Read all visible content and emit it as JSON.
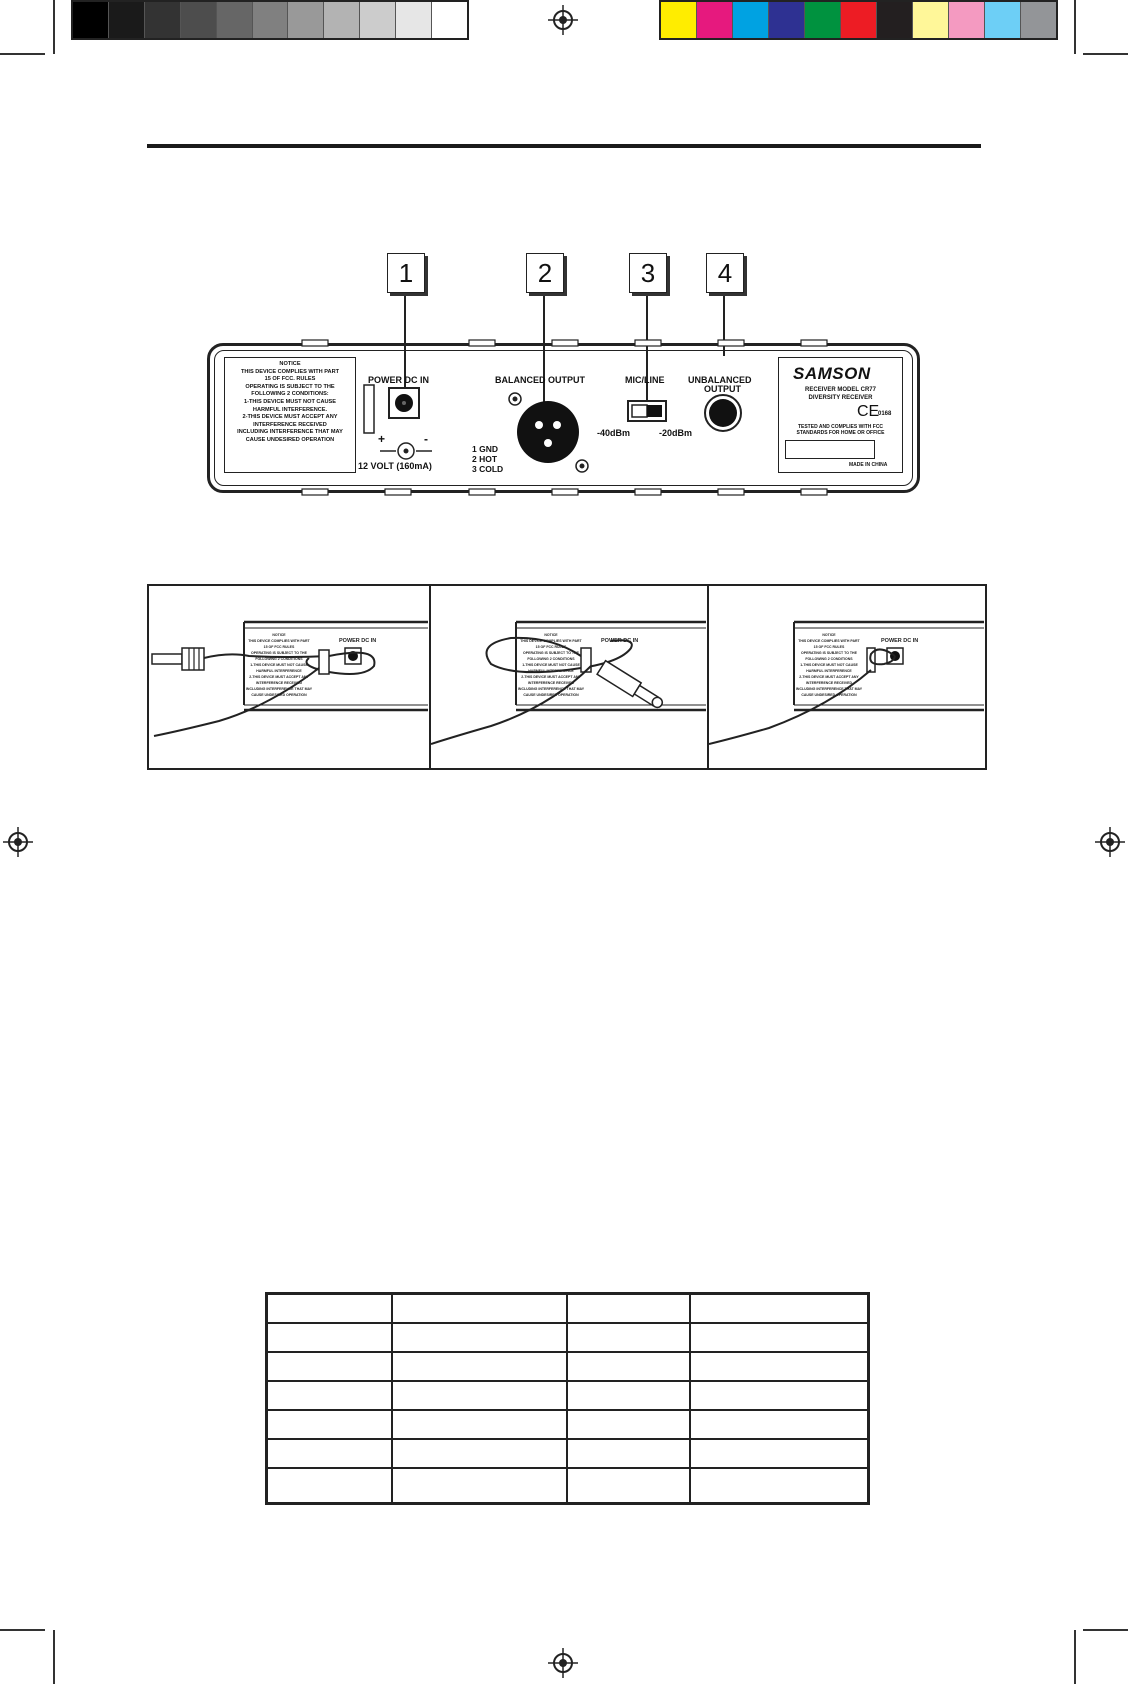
{
  "callouts": [
    "1",
    "2",
    "3",
    "4"
  ],
  "rear_panel": {
    "notice_lines": [
      "NOTICE",
      "THIS DEVICE COMPLIES WITH PART",
      "15 OF FCC. RULES",
      "OPERATING IS SUBJECT TO THE",
      "FOLLOWING 2 CONDITIONS:",
      "1-THIS DEVICE MUST NOT CAUSE",
      "HARMFUL INTERFERENCE.",
      "2-THIS DEVICE MUST ACCEPT ANY",
      "INTERFERENCE RECEIVED",
      "INCLUDING INTERFERENCE THAT MAY",
      "CAUSE UNDESIRED OPERATION"
    ],
    "power_label": "POWER DC IN",
    "plus": "+",
    "minus": "-",
    "voltage_label": "12 VOLT (160mA)",
    "balanced_label": "BALANCED OUTPUT",
    "pin1": "1 GND",
    "pin2": "2 HOT",
    "pin3": "3 COLD",
    "micline_label": "MIC/LINE",
    "db_low": "-40dBm",
    "db_high": "-20dBm",
    "unbalanced_label_1": "UNBALANCED",
    "unbalanced_label_2": "OUTPUT",
    "brand": "SAMSON",
    "model_line": "RECEIVER MODEL CR77",
    "diversity_line": "DIVERSITY RECEIVER",
    "ce_mark": "CE",
    "ce_number": "0168",
    "tested_line_1": "TESTED AND COMPLIES WITH FCC",
    "tested_line_2": "STANDARDS FOR HOME OR OFFICE",
    "made_in": "MADE IN CHINA"
  },
  "install_frames": [
    {
      "power_label": "POWER DC IN"
    },
    {
      "power_label": "POWER DC IN"
    },
    {
      "power_label": "POWER DC IN"
    }
  ],
  "table": {
    "rows": 7,
    "cols": 4
  },
  "colors": {
    "grays": [
      "#000000",
      "#1a1a1a",
      "#333333",
      "#4d4d4d",
      "#666666",
      "#808080",
      "#999999",
      "#b3b3b3",
      "#cccccc",
      "#e6e6e6",
      "#ffffff"
    ],
    "process": [
      "#ffed00",
      "#e6197e",
      "#00a2e2",
      "#2e3192",
      "#00923f",
      "#ed1c24",
      "#231f20",
      "#fff799",
      "#f49ac1",
      "#6dcff6",
      "#939598"
    ]
  }
}
